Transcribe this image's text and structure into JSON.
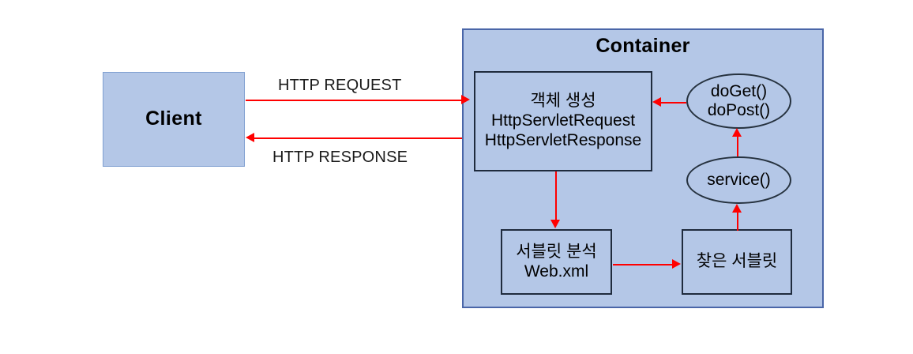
{
  "diagram": {
    "title_visible": false,
    "colors": {
      "box_fill": "#b4c7e7",
      "container_border": "#4a66a8",
      "inner_border": "#1f2b3d",
      "arrow": "#ff0000",
      "text": "#000000",
      "background": "#ffffff"
    },
    "client": {
      "label": "Client"
    },
    "container": {
      "title": "Container"
    },
    "nodes": {
      "object_creation": {
        "line1": "객체 생성",
        "line2": "HttpServletRequest",
        "line3": "HttpServletResponse"
      },
      "servlet_analysis": {
        "line1": "서블릿 분석",
        "line2": "Web.xml"
      },
      "found_servlet": {
        "line1": "찾은 서블릿"
      },
      "do_methods": {
        "line1": "doGet()",
        "line2": "doPost()"
      },
      "service_method": {
        "line1": "service()"
      }
    },
    "edges": {
      "http_request": "HTTP REQUEST",
      "http_response": "HTTP RESPONSE"
    }
  }
}
